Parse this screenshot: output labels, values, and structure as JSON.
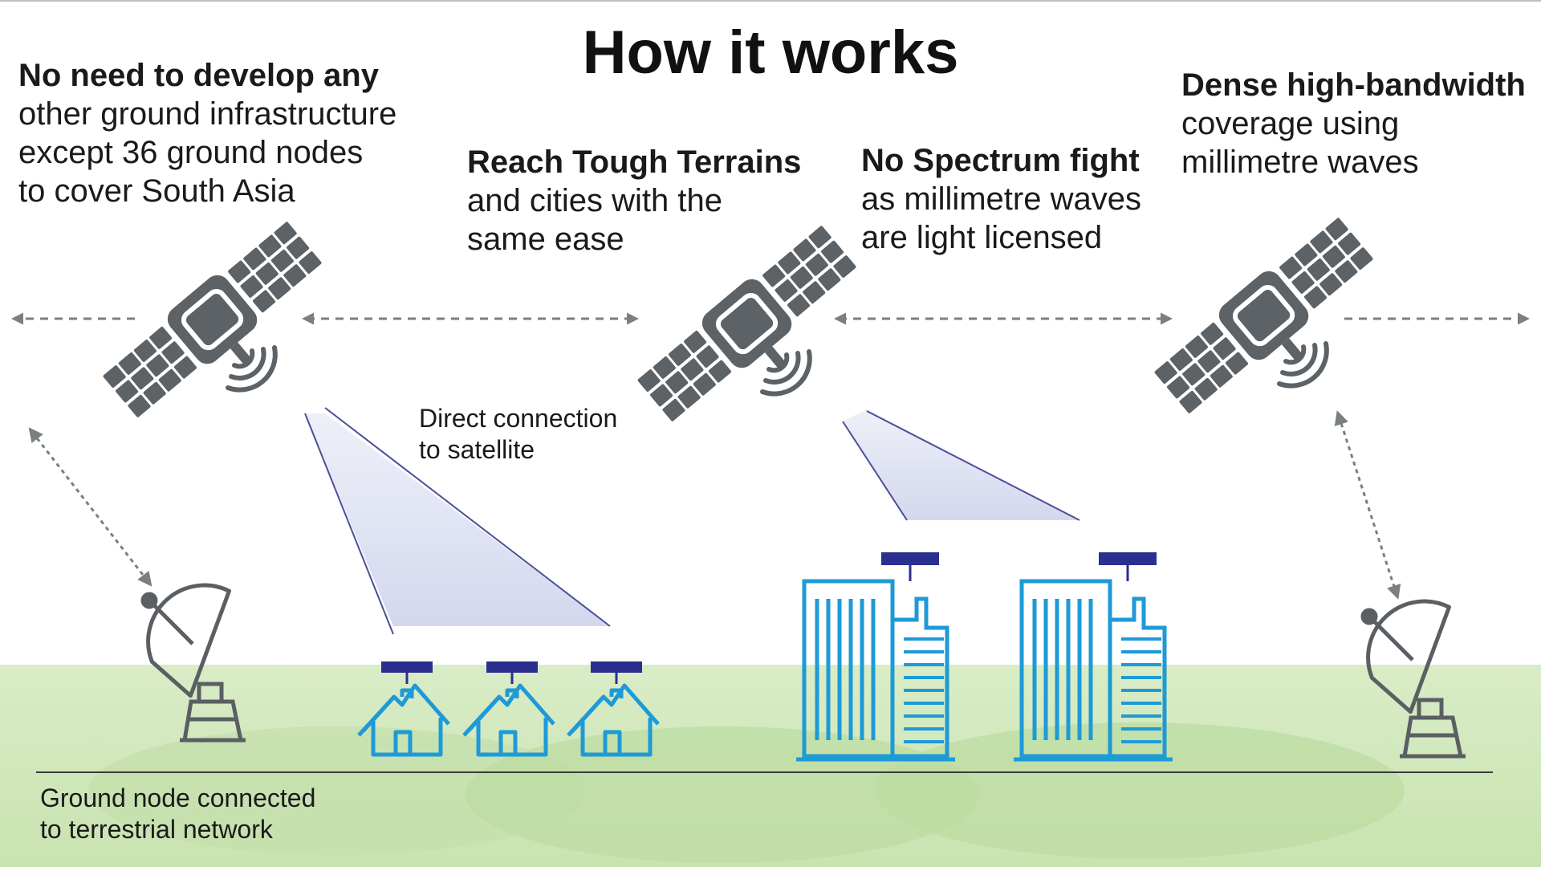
{
  "title": "How it works",
  "callouts": [
    {
      "bold": "No need to develop any",
      "text": "other ground infrastructure\nexcept 36 ground nodes\nto cover South Asia"
    },
    {
      "bold": "Reach Tough Terrains",
      "text": "and cities with the\nsame ease"
    },
    {
      "bold": "No Spectrum fight",
      "text": "as millimetre waves\nare light licensed"
    },
    {
      "bold": "Dense high-bandwidth",
      "text": "coverage using\nmillimetre waves"
    }
  ],
  "labels": {
    "direct_connection": "Direct connection\nto satellite",
    "ground_node": "Ground node connected\nto terrestrial network"
  },
  "colors": {
    "satellite": "#5c6266",
    "arrow": "#7a7f82",
    "ground": "#cfe6b8",
    "coverage": "#bfdca6",
    "building": "#1e9ad6",
    "terminal": "#2b2f8f",
    "beam": "#dcdff2",
    "beam_line": "#4a4f9a",
    "dish": "#5a5f63"
  },
  "icons": [
    "satellite-icon",
    "satellite-dish-icon",
    "house-icon",
    "building-icon",
    "user-terminal-icon",
    "double-arrow-icon"
  ]
}
